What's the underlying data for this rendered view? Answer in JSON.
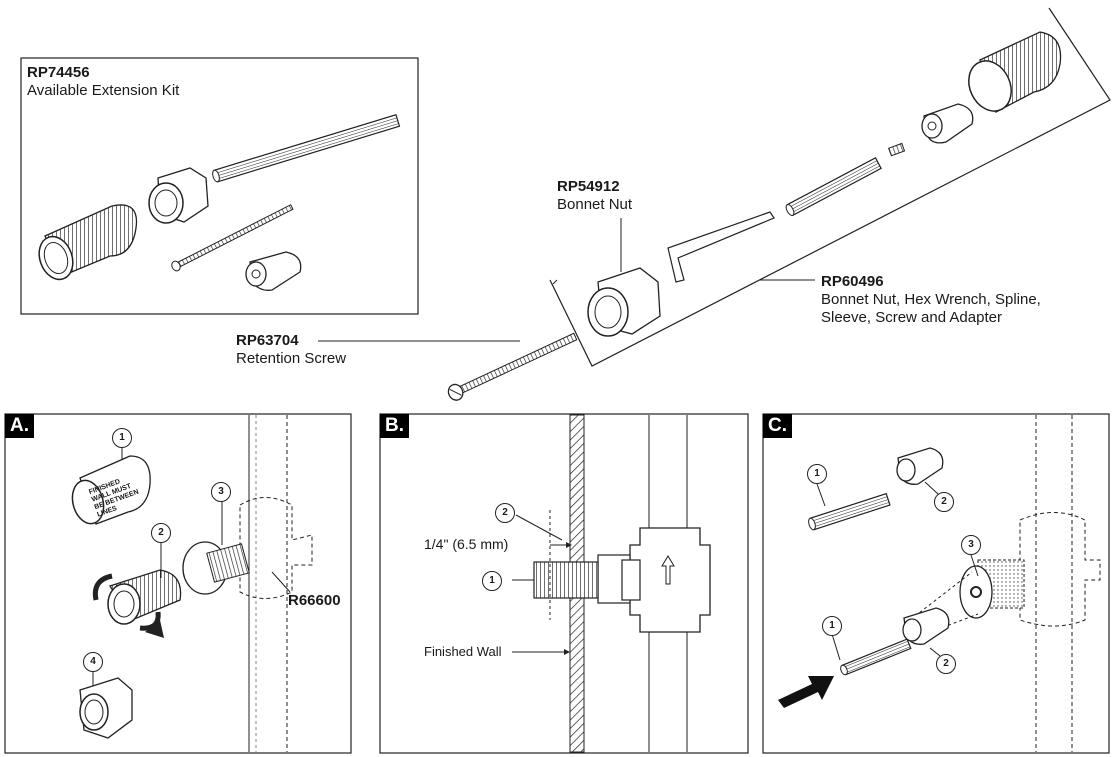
{
  "kit_box": {
    "part": "RP74456",
    "desc": "Available Extension Kit"
  },
  "bonnet_nut": {
    "part": "RP54912",
    "desc": "Bonnet Nut"
  },
  "kit_group": {
    "part": "RP60496",
    "desc_line1": "Bonnet Nut, Hex Wrench, Spline,",
    "desc_line2": "Sleeve, Screw and Adapter"
  },
  "retention_screw": {
    "part": "RP63704",
    "desc": "Retention Screw"
  },
  "panel_a": {
    "tag": "A.",
    "valve_code": "R66600",
    "cap_text": "FINISHED WALL MUST BE BETWEEN LINES",
    "callouts": [
      "1",
      "2",
      "3",
      "4"
    ]
  },
  "panel_b": {
    "tag": "B.",
    "dimension": "1/4\" (6.5 mm)",
    "wall_label": "Finished Wall",
    "callouts": [
      "1",
      "2"
    ]
  },
  "panel_c": {
    "tag": "C.",
    "callouts": [
      "1",
      "2",
      "3",
      "1",
      "2"
    ]
  },
  "colors": {
    "line": "#1a1a1a",
    "tag_bg": "#000000"
  }
}
